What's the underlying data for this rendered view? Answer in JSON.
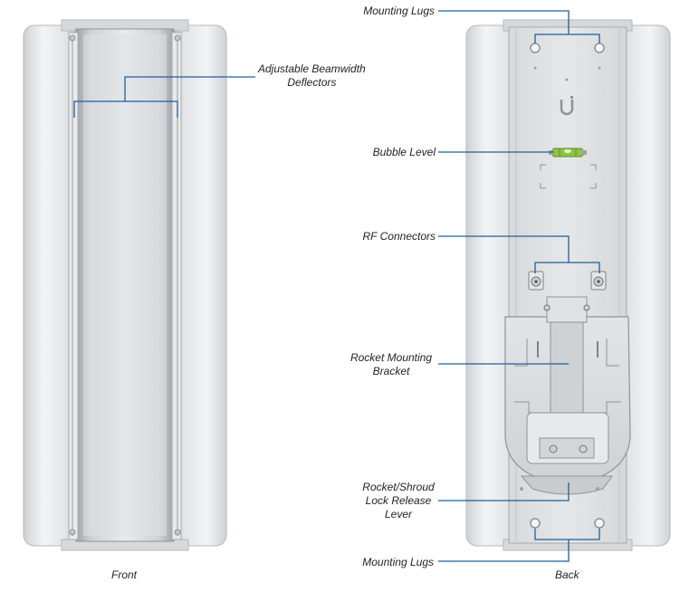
{
  "labels": {
    "adjustable_beamwidth_deflectors": [
      "Adjustable Beamwidth",
      "Deflectors"
    ],
    "mounting_lugs_top": "Mounting Lugs",
    "bubble_level": "Bubble Level",
    "rf_connectors": "RF Connectors",
    "rocket_mounting_bracket": [
      "Rocket Mounting",
      "Bracket"
    ],
    "lock_release_lever": [
      "Rocket/Shroud",
      "Lock Release",
      "Lever"
    ],
    "mounting_lugs_bottom": "Mounting Lugs"
  },
  "captions": {
    "front": "Front",
    "back": "Back"
  },
  "colors": {
    "callout_line": "#1f5f9e",
    "text": "#231f20",
    "bubble_level": "#8dc63f"
  }
}
